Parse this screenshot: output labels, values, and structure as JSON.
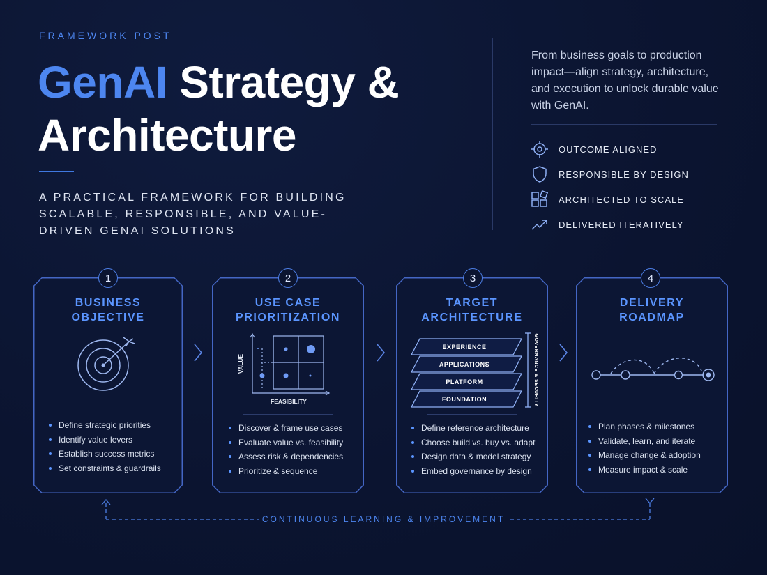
{
  "header": {
    "eyebrow": "FRAMEWORK POST",
    "title_accent": "GenAI",
    "title_rest_line1": "Strategy &",
    "title_line2": "Architecture",
    "subtitle": "A PRACTICAL FRAMEWORK FOR BUILDING SCALABLE, RESPONSIBLE, AND VALUE-DRIVEN GENAI SOLUTIONS"
  },
  "intro": {
    "text": "From business goals to production impact—align strategy, architecture, and execution to unlock durable value with GenAI."
  },
  "pillars": [
    {
      "icon": "crosshair-target-icon",
      "label": "OUTCOME ALIGNED"
    },
    {
      "icon": "shield-icon",
      "label": "RESPONSIBLE BY DESIGN"
    },
    {
      "icon": "grid-blocks-icon",
      "label": "ARCHITECTED TO SCALE"
    },
    {
      "icon": "trend-up-icon",
      "label": "DELIVERED ITERATIVELY"
    }
  ],
  "stages": [
    {
      "number": "1",
      "title_line1": "BUSINESS",
      "title_line2": "OBJECTIVE",
      "icon": "bullseye-arrow-icon",
      "bullets": [
        "Define strategic priorities",
        "Identify value levers",
        "Establish success metrics",
        "Set constraints & guardrails"
      ]
    },
    {
      "number": "2",
      "title_line1": "USE CASE",
      "title_line2": "PRIORITIZATION",
      "icon": "value-feasibility-matrix-icon",
      "axis_y": "VALUE",
      "axis_x": "FEASIBILITY",
      "bullets": [
        "Discover & frame use cases",
        "Evaluate value vs. feasibility",
        "Assess risk & dependencies",
        "Prioritize & sequence"
      ]
    },
    {
      "number": "3",
      "title_line1": "TARGET",
      "title_line2": "ARCHITECTURE",
      "icon": "layer-stack-icon",
      "layers": [
        "EXPERIENCE",
        "APPLICATIONS",
        "PLATFORM",
        "FOUNDATION"
      ],
      "side_label": "GOVERNANCE & SECURITY",
      "bullets": [
        "Define reference architecture",
        "Choose build vs. buy vs. adapt",
        "Design data & model strategy",
        "Embed governance by design"
      ]
    },
    {
      "number": "4",
      "title_line1": "DELIVERY",
      "title_line2": "ROADMAP",
      "icon": "roadmap-milestones-icon",
      "bullets": [
        "Plan phases & milestones",
        "Validate, learn, and iterate",
        "Manage change & adoption",
        "Measure impact & scale"
      ]
    }
  ],
  "loop_label": "CONTINUOUS LEARNING & IMPROVEMENT",
  "colors": {
    "background": "#0b1430",
    "accent": "#4d86f0",
    "stage_title": "#5b95ff",
    "border": "#4466c4"
  }
}
